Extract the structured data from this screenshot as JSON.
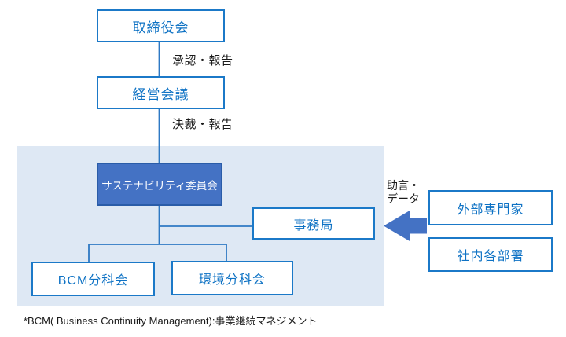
{
  "colors": {
    "box-border": "#1B79C8",
    "box-text": "#0E72C4",
    "committee-fill": "#4472C4",
    "committee-border": "#2A5CA8",
    "committee-text": "#FFFFFF",
    "scope-bg": "#DEE8F4",
    "connector": "#2E79C4",
    "arrow-fill": "#4472C4",
    "label-text": "#1A1A1A"
  },
  "nodes": {
    "board": {
      "label": "取締役会"
    },
    "management": {
      "label": "経営会議"
    },
    "sustainability": {
      "label": "サステナビリティ委員会"
    },
    "secretariat": {
      "label": "事務局"
    },
    "bcm": {
      "label": "BCM分科会"
    },
    "environment": {
      "label": "環境分科会"
    },
    "external_experts": {
      "label": "外部専門家"
    },
    "internal_departments": {
      "label": "社内各部署"
    }
  },
  "edge_labels": {
    "approval": "承認・報告",
    "decision": "決裁・報告",
    "advice_line1": "助言・",
    "advice_line2": "データ"
  },
  "footnote": "*BCM( Business Continuity Management):事業継続マネジメント"
}
